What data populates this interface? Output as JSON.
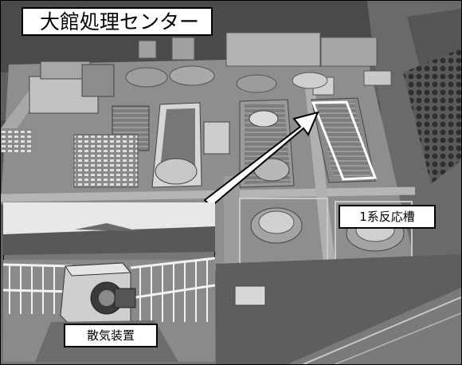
{
  "title": "大館処理センター",
  "labels": {
    "reactor": "1系反応槽",
    "blower": "散気装置"
  },
  "colors": {
    "highlight_box": "#ffffff",
    "arrow_fill": "#ffffff",
    "arrow_stroke": "#000000",
    "label_background": "#ffffff",
    "label_text": "#000000"
  },
  "photos": {
    "main": "aerial view of wastewater treatment plant",
    "inset": "close-up of aeration blower unit on rooftop"
  }
}
